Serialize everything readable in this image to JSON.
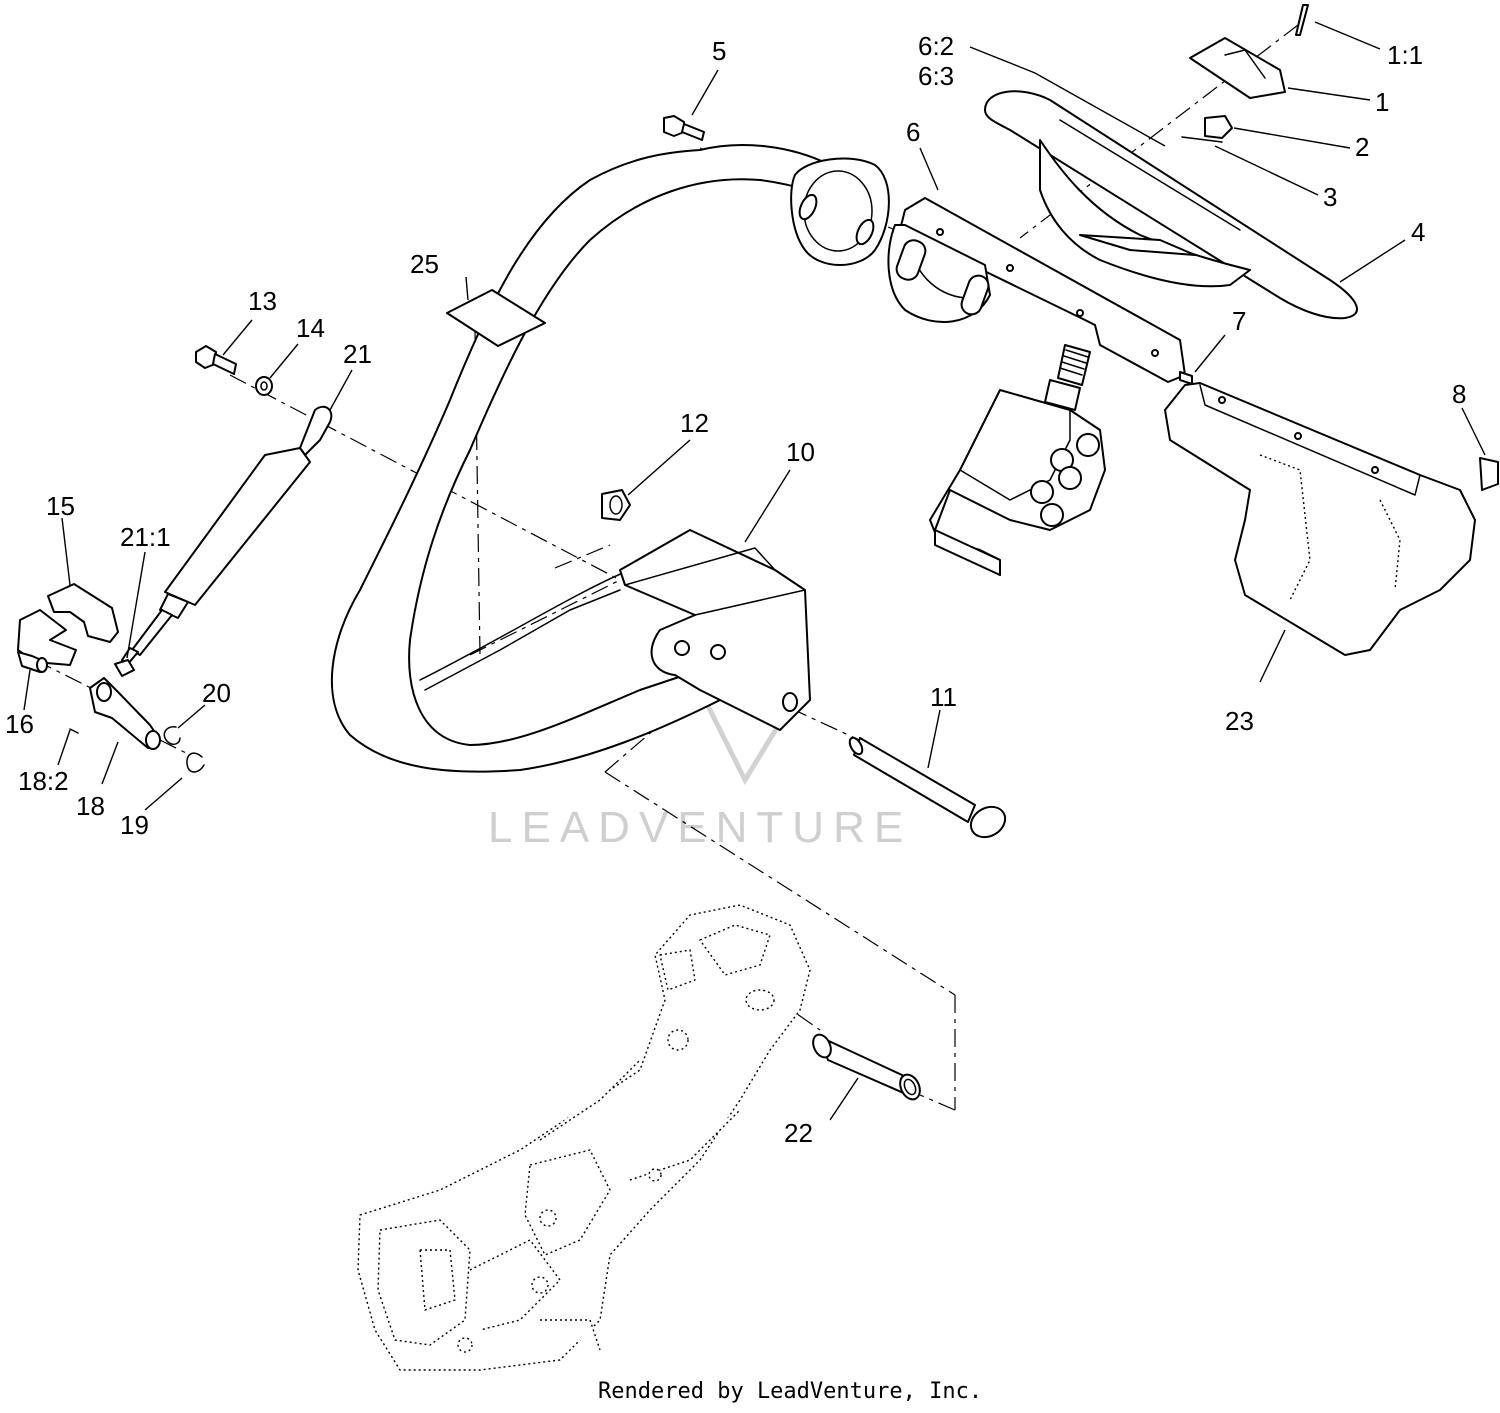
{
  "callouts": {
    "c1_1": "1:1",
    "c1": "1",
    "c2": "2",
    "c3": "3",
    "c4": "4",
    "c5": "5",
    "c6": "6",
    "c6_2": "6:2",
    "c6_3": "6:3",
    "c7": "7",
    "c8": "8",
    "c10": "10",
    "c11": "11",
    "c12": "12",
    "c13": "13",
    "c14": "14",
    "c15": "15",
    "c16": "16",
    "c18": "18",
    "c18_2": "18:2",
    "c19": "19",
    "c20": "20",
    "c21": "21",
    "c21_1": "21:1",
    "c22": "22",
    "c23": "23",
    "c25": "25"
  },
  "watermark": "LEADVENTURE",
  "footer": "Rendered by LeadVenture, Inc."
}
